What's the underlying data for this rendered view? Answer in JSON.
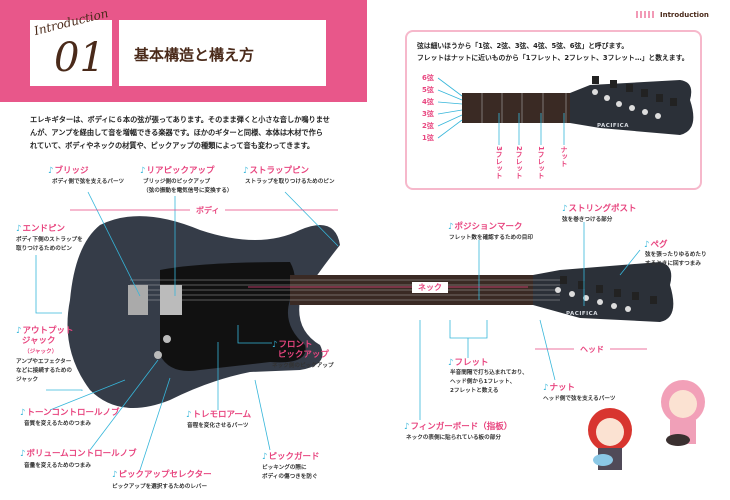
{
  "header": {
    "intro_word": "Introduction",
    "intro_number": "01",
    "title": "基本構造と構え方",
    "section_tag": "Introduction"
  },
  "intro_text": "エレキギターは、ボディに６本の弦が張ってあります。そのまま弾くと小さな音しか鳴りませんが、アンプを経由して音を増幅できる楽器です。ほかのギターと同様、本体は木材で作られていて、ボディやネックの材質や、ピックアップの種類によって音も変わってきます。",
  "info_box": {
    "line1": "弦は細いほうから「1弦、2弦、3弦、4弦、5弦、6弦」と呼びます。",
    "line2": "フレットはナットに近いものから「1フレット、2フレット、3フレット…」と数えます。",
    "strings": [
      "6弦",
      "5弦",
      "4弦",
      "3弦",
      "2弦",
      "1弦"
    ],
    "frets": [
      "3フレット",
      "2フレット",
      "1フレット",
      "ナット"
    ]
  },
  "ranges": {
    "body": "ボディ",
    "neck": "ネック",
    "head": "ヘッド"
  },
  "parts": {
    "bridge": {
      "name": "ブリッジ",
      "desc": "ボディ側で弦を支えるパーツ"
    },
    "rear_pickup": {
      "name": "リアピックアップ",
      "desc1": "ブリッジ側のピックアップ",
      "desc2": "（弦の振動を電気信号に変換する）"
    },
    "strap_pin": {
      "name": "ストラップピン",
      "desc": "ストラップを取りつけるためのピン"
    },
    "end_pin": {
      "name": "エンドピン",
      "desc1": "ボディ下側のストラップを",
      "desc2": "取りつけるためのピン"
    },
    "output_jack": {
      "name1": "アウトプット",
      "name2": "ジャック",
      "name3": "（ジャック）",
      "desc1": "アンプやエフェクター",
      "desc2": "などに接続するための",
      "desc3": "ジャック"
    },
    "tone_knob": {
      "name": "トーンコントロールノブ",
      "desc": "音質を変えるためのつまみ"
    },
    "volume_knob": {
      "name": "ボリュームコントロールノブ",
      "desc": "音量を変えるためのつまみ"
    },
    "pickup_selector": {
      "name": "ピックアップセレクター",
      "desc": "ピックアップを選択するためのレバー"
    },
    "tremolo_arm": {
      "name": "トレモロアーム",
      "desc": "音程を変化させるパーツ"
    },
    "pickguard": {
      "name": "ピックガード",
      "desc1": "ピッキングの際に",
      "desc2": "ボディの傷つきを防ぐ"
    },
    "front_pickup": {
      "name1": "フロント",
      "name2": "ピックアップ",
      "desc": "ネック側のピックアップ"
    },
    "position_mark": {
      "name": "ポジションマーク",
      "desc": "フレット数を確認するための目印"
    },
    "string_post": {
      "name": "ストリングポスト",
      "desc": "弦を巻きつける部分"
    },
    "peg": {
      "name": "ペグ",
      "desc1": "弦を張ったりゆるめたり",
      "desc2": "するときに回すつまみ"
    },
    "fret": {
      "name": "フレット",
      "desc1": "半音間隔で打ち込まれており、",
      "desc2": "ヘッド側から1フレット、",
      "desc3": "2フレットと数える"
    },
    "nut": {
      "name": "ナット",
      "desc": "ヘッド側で弦を支えるパーツ"
    },
    "fingerboard": {
      "name": "フィンガーボード（指板）",
      "desc": "ネックの表側に貼られている板の部分"
    }
  },
  "guitar_brand": "PACIFICA",
  "colors": {
    "accent_pink": "#e8578a",
    "label_pink": "#e8457f",
    "leader_cyan": "#36b6da",
    "brown": "#4a2a1a"
  }
}
